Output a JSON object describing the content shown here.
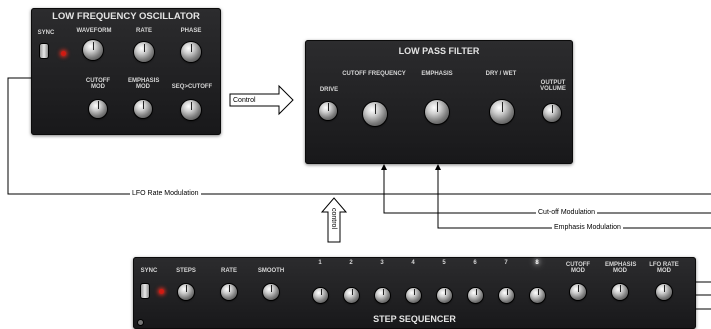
{
  "lfo": {
    "title": "LOW FREQUENCY OSCILLATOR",
    "sync": "SYNC",
    "waveform": "WAVEFORM",
    "rate": "RATE",
    "phase": "PHASE",
    "cutoff_mod": "CUTOFF MOD",
    "emphasis_mod": "EMPHASIS MOD",
    "seq_cutoff": "SEQ>CUTOFF"
  },
  "filter": {
    "title": "LOW PASS FILTER",
    "drive": "DRIVE",
    "cutoff_frequency": "CUTOFF FREQUENCY",
    "emphasis": "EMPHASIS",
    "dry_wet": "DRY / WET",
    "output_volume": "OUTPUT VOLUME"
  },
  "sequencer": {
    "title": "STEP SEQUENCER",
    "sync": "SYNC",
    "steps": "STEPS",
    "rate": "RATE",
    "smooth": "SMOOTH",
    "step_numbers": [
      "1",
      "2",
      "3",
      "4",
      "5",
      "6",
      "7",
      "8"
    ],
    "cutoff_mod": "CUTOFF MOD",
    "emphasis_mod": "EMPHASIS MOD",
    "lfo_rate_mod": "LFO RATE MOD"
  },
  "flows": {
    "control_right": "Control",
    "control_up": "control",
    "lfo_rate_modulation": "LFO Rate Modulation",
    "cutoff_modulation": "Cut-off Modulation",
    "emphasis_modulation": "Emphasis Modulation"
  },
  "colors": {
    "panel": "#1f1f21",
    "led_active": "#d11a12",
    "connector_line": "#000000"
  }
}
